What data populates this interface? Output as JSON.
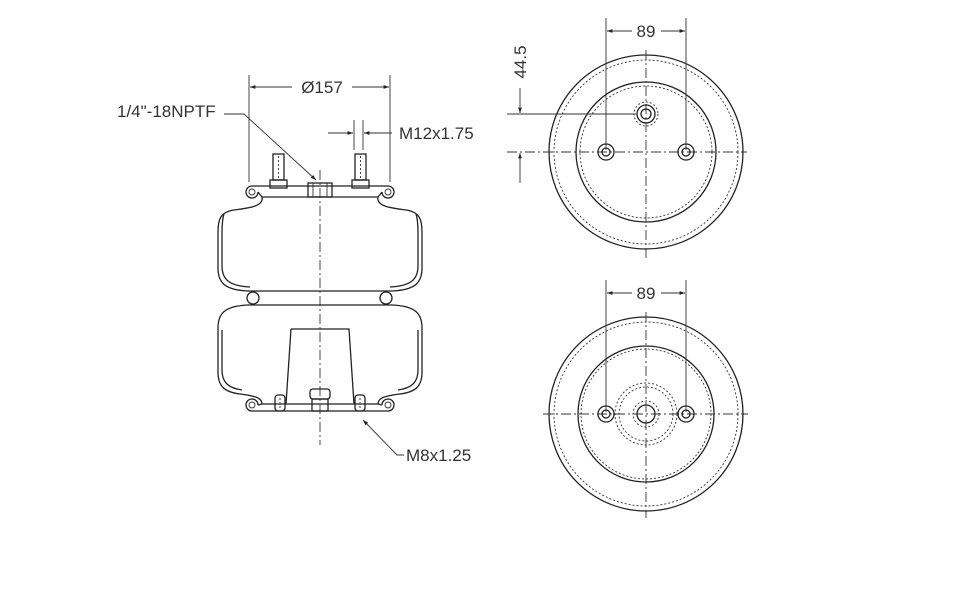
{
  "side_view": {
    "diameter_label": "Ø157",
    "port_label": "1/4\"-18NPTF",
    "top_stud_label": "M12x1.75",
    "bottom_stud_label": "M8x1.25"
  },
  "top_view": {
    "stud_spacing_label": "89",
    "port_offset_label": "44.5"
  },
  "bottom_view": {
    "stud_spacing_label": "89"
  }
}
